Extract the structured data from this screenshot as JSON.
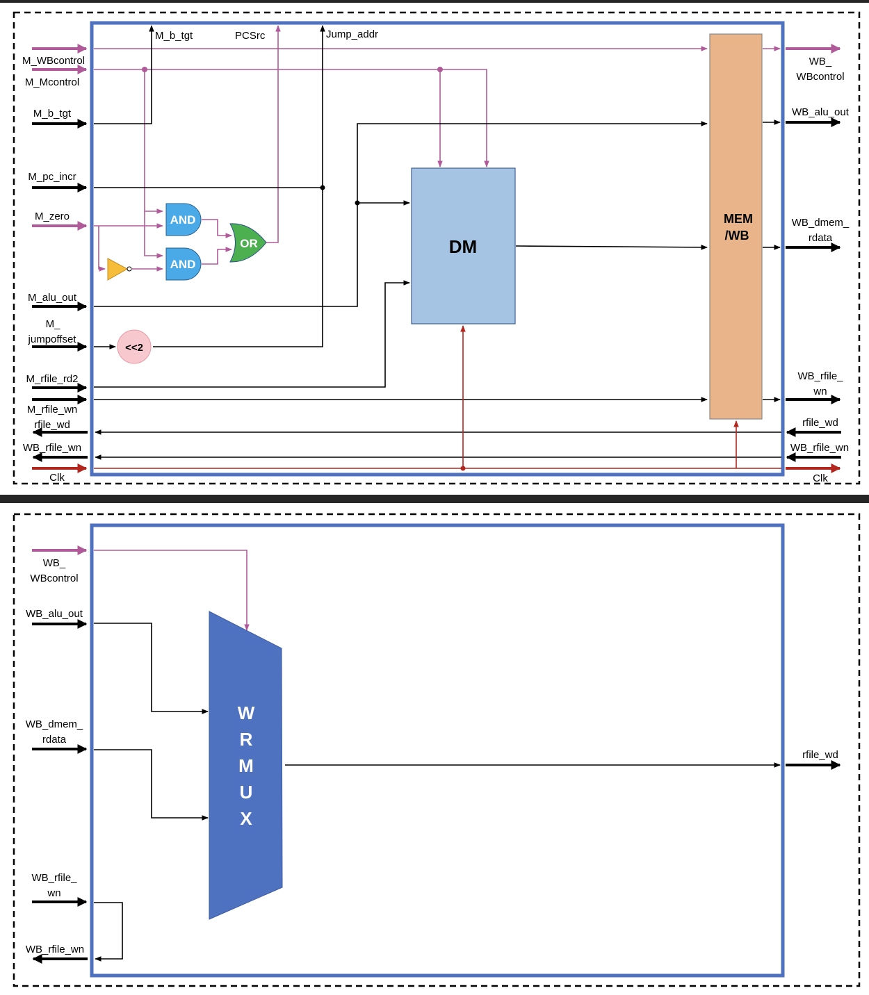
{
  "colors": {
    "frame": "#4f72c0",
    "control": "#b05a9a",
    "clock": "#b3261e",
    "wire": "#000000",
    "and_gate": "#4aaae8",
    "or_gate": "#4caf50",
    "not_gate": "#f5bd3a",
    "shift": "#f7c9cf",
    "dm": "#a5c3e2",
    "memwb": "#eab48a",
    "wrmux": "#4f72c0",
    "separator": "#262626"
  },
  "top_stage": {
    "inputs": {
      "wbcontrol": "M_WBcontrol",
      "mcontrol": "M_Mcontrol",
      "b_tgt": "M_b_tgt",
      "pc_incr": "M_pc_incr",
      "zero": "M_zero",
      "alu_out": "M_alu_out",
      "jumpoffset_1": "M_",
      "jumpoffset_2": "jumpoffset",
      "rfile_rd2": "M_rfile_rd2",
      "rfile_wn": "M_rfile_wn",
      "rfile_wd": "rfile_wd",
      "wb_rfile_wn": "WB_rfile_wn",
      "clk": "Clk"
    },
    "top_outputs": {
      "b_tgt": "M_b_tgt",
      "pcsrc": "PCSrc",
      "jump_addr": "Jump_addr"
    },
    "outputs": {
      "wbcontrol_1": "WB_",
      "wbcontrol_2": "WBcontrol",
      "alu_out": "WB_alu_out",
      "dmem_rdata_1": "WB_dmem_",
      "dmem_rdata_2": "rdata",
      "rfile_wn_1": "WB_rfile_",
      "rfile_wn_2": "wn",
      "rfile_wd": "rfile_wd",
      "wb_rfile_wn": "WB_rfile_wn",
      "clk": "Clk"
    },
    "blocks": {
      "and1": "AND",
      "and2": "AND",
      "or": "OR",
      "shift": "<<2",
      "dm": "DM",
      "memwb_1": "MEM",
      "memwb_2": "/WB"
    }
  },
  "bottom_stage": {
    "inputs": {
      "wbcontrol_1": "WB_",
      "wbcontrol_2": "WBcontrol",
      "alu_out": "WB_alu_out",
      "dmem_rdata_1": "WB_dmem_",
      "dmem_rdata_2": "rdata",
      "rfile_wn_1": "WB_rfile_",
      "rfile_wn_2": "wn",
      "wb_rfile_wn": "WB_rfile_wn"
    },
    "outputs": {
      "rfile_wd": "rfile_wd"
    },
    "mux_letters": [
      "W",
      "R",
      "M",
      "U",
      "X"
    ]
  }
}
